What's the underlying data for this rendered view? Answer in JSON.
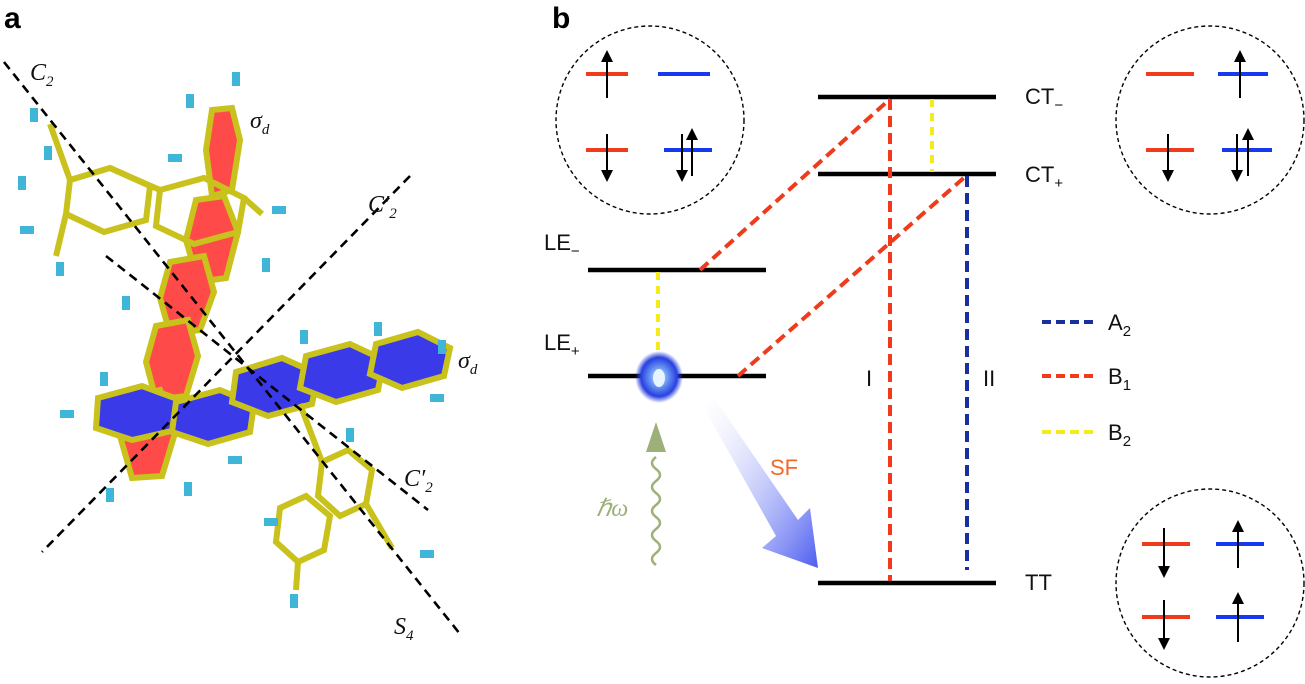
{
  "panel_a": {
    "label": "a",
    "axes": {
      "c2": {
        "main": "C",
        "sub": "2"
      },
      "c2_prime_upper": {
        "main": "C′",
        "sub": "2"
      },
      "c2_prime_lower": {
        "main": "C′",
        "sub": "2"
      },
      "s4": {
        "main": "S",
        "sub": "4"
      },
      "sigma_d_upper": {
        "main": "σ",
        "sub": "d"
      },
      "sigma_d_right": {
        "main": "σ",
        "sub": "d"
      }
    }
  },
  "panel_b": {
    "label": "b",
    "levels": {
      "ct_minus": {
        "main": "CT",
        "sub": "−"
      },
      "ct_plus": {
        "main": "CT",
        "sub": "+"
      },
      "le_minus": {
        "main": "LE",
        "sub": "−"
      },
      "le_plus": {
        "main": "LE",
        "sub": "+"
      },
      "tt": {
        "main": "TT",
        "sub": ""
      }
    },
    "pathways": {
      "path_1": "I",
      "path_2": "II"
    },
    "legend": [
      {
        "main": "A",
        "sub": "2",
        "color": "#1a2f9e"
      },
      {
        "main": "B",
        "sub": "1",
        "color": "#f03a1c"
      },
      {
        "main": "B",
        "sub": "2",
        "color": "#f4ea1c"
      }
    ],
    "photon": "ℏω",
    "sf": "SF"
  },
  "colors": {
    "red": "#f03a1c",
    "blue": "#1638f0",
    "navy": "#1a2f9e",
    "yellow": "#f4ea1c",
    "sf_orange": "#f06a28",
    "photon_green": "#9db07a",
    "ring_red": "#ff4a4a",
    "ring_blue": "#3a3ae8",
    "bond_yellow": "#c9c21c",
    "hydrogen_cyan": "#3fb6d8"
  }
}
